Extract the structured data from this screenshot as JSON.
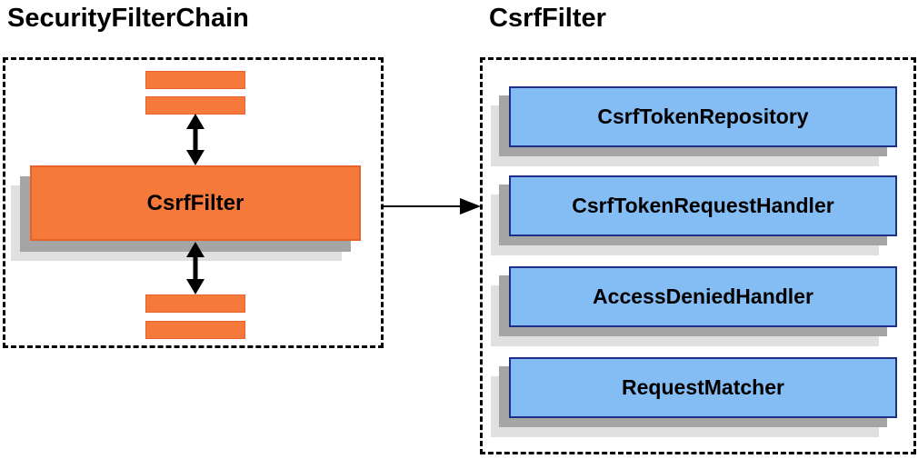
{
  "titles": {
    "left": "SecurityFilterChain",
    "right": "CsrfFilter"
  },
  "left_panel": {
    "filter_box_label": "CsrfFilter",
    "placeholder_bar_count": 4
  },
  "right_panel": {
    "items": [
      {
        "label": "CsrfTokenRepository"
      },
      {
        "label": "CsrfTokenRequestHandler"
      },
      {
        "label": "AccessDeniedHandler"
      },
      {
        "label": "RequestMatcher"
      }
    ]
  },
  "icons": {
    "vertical_arrows": "double-headed-arrow",
    "horizontal_arrow": "right-arrow"
  },
  "colors": {
    "orange_fill": "#F4793B",
    "orange_border": "#E8632C",
    "blue_fill": "#84BCF4",
    "blue_border": "#1E2F87",
    "shadow_gray": "#A5A5A5",
    "shadow_light": "#E0E0E0",
    "arrow_black": "#000000",
    "dashed_border": "#000000",
    "text": "#000000"
  }
}
